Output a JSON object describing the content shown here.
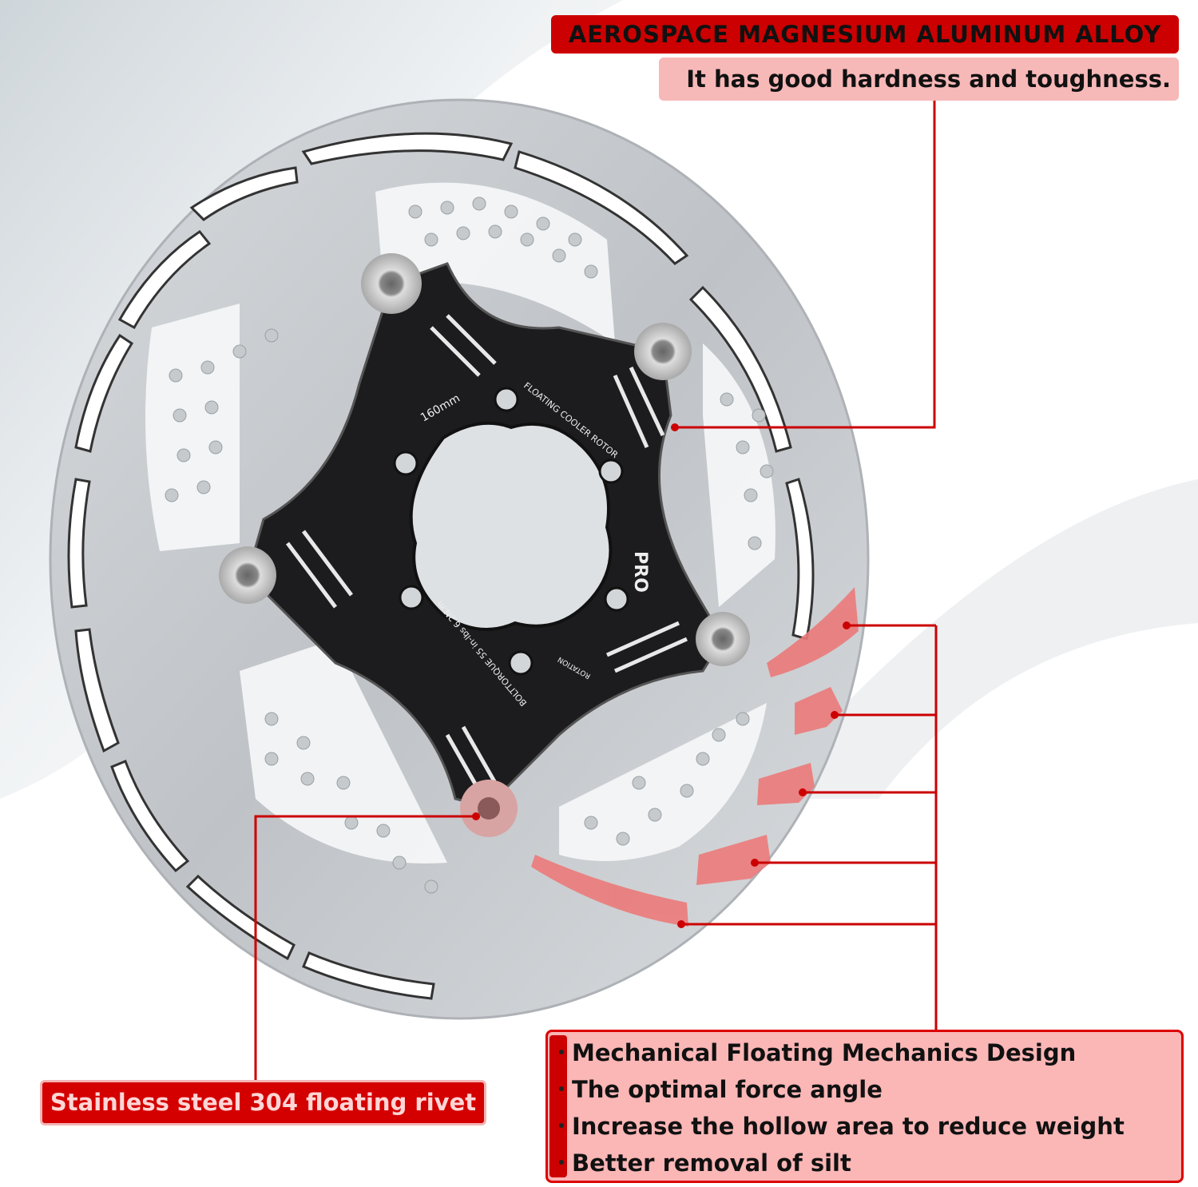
{
  "callouts": {
    "material_title": "AEROSPACE MAGNESIUM ALUMINUM ALLOY",
    "material_subtitle": "It has good hardness and toughness.",
    "rivet_label": "Stainless steel 304 floating rivet",
    "features": [
      "Mechanical Floating Mechanics Design",
      "The optimal force angle",
      "Increase the hollow area to reduce weight",
      "Better removal of silt"
    ]
  },
  "rotor_markings": {
    "size": "160mm",
    "name": "FLOATING COOLER ROTOR",
    "brand": "PRO",
    "torque": "BOLTTORQUE 55 in-lbs 6.2N.m",
    "rotation": "ROTATION"
  },
  "colors": {
    "accent_red": "#cc0000",
    "pink": "#f7b8b8",
    "spider": "#1c1c1e",
    "steel": "#c9ccd0"
  }
}
